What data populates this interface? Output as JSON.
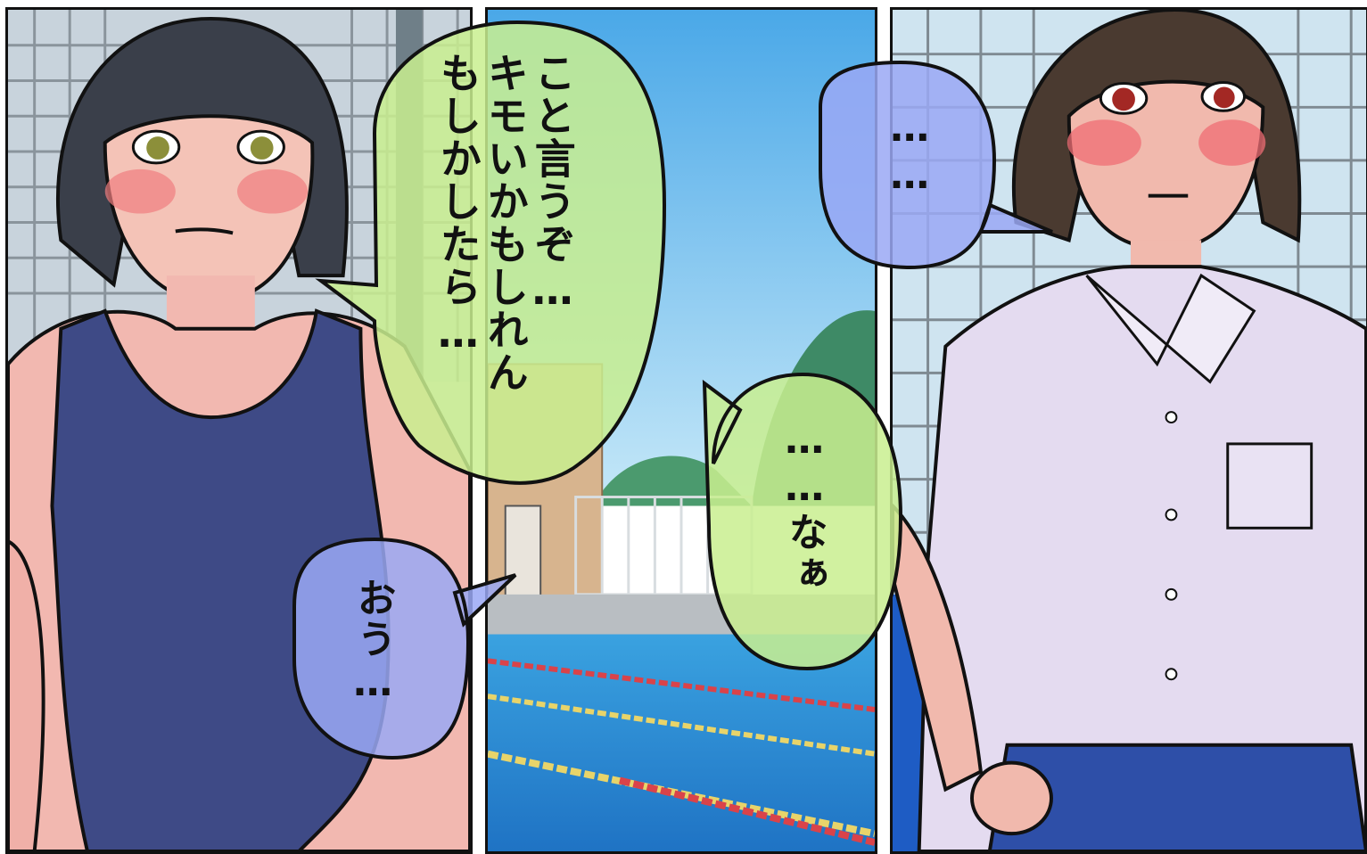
{
  "panels": {
    "left": {
      "description_name": "swimsuit-girl-panel"
    },
    "middle": {
      "description_name": "pool-panel"
    },
    "right": {
      "description_name": "uniform-girl-panel"
    }
  },
  "dialogue": {
    "bubble_1": "こと言うぞ…\nキモいかもしれん\nもしかしたら…",
    "bubble_2": "……",
    "bubble_3": "……なぁ",
    "bubble_4": "おう…"
  },
  "colors": {
    "bubble_green": "#c9ef8f",
    "bubble_blue": "#9aa8f5",
    "sky": "#8ecff2",
    "pool": "#2a8fd6",
    "swimsuit": "#3e4a86",
    "shirt": "#e4dbf0",
    "skin": "#f2b8b0"
  }
}
